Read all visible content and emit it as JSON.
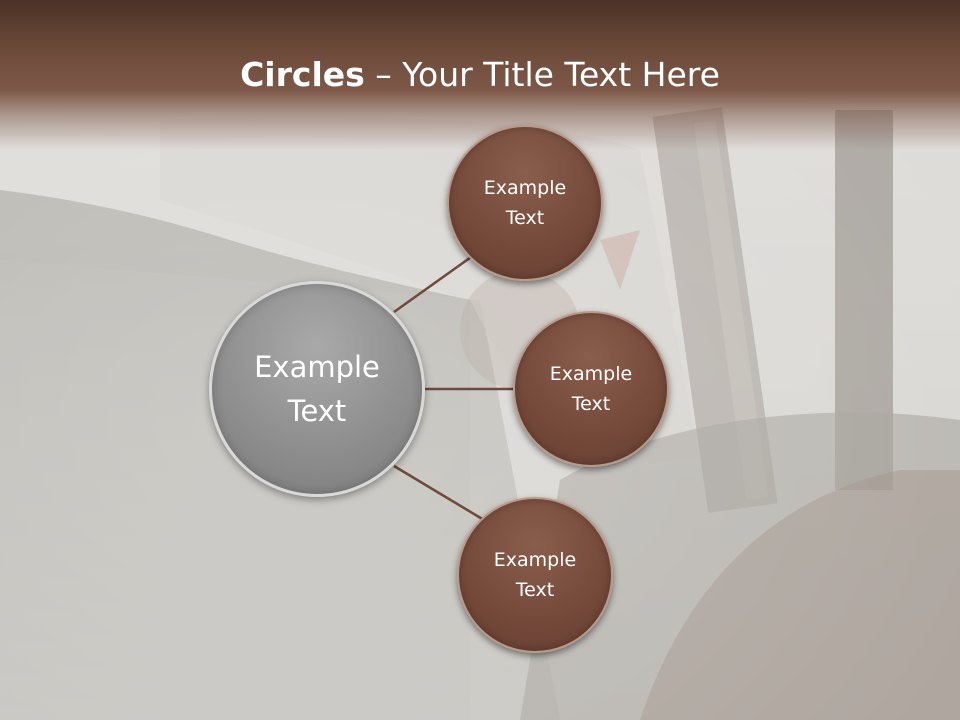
{
  "slide": {
    "title_bold": "Circles",
    "title_rest": " – Your Title Text Here"
  },
  "diagram": {
    "center": {
      "line1": "Example",
      "line2": "Text"
    },
    "nodes": [
      {
        "line1": "Example",
        "line2": "Text"
      },
      {
        "line1": "Example",
        "line2": "Text"
      },
      {
        "line1": "Example",
        "line2": "Text"
      }
    ]
  },
  "colors": {
    "title_band": "#6a4838",
    "node_fill": "#74493a",
    "center_fill": "#8f8f8f",
    "connector": "#6e4a3c",
    "text": "#ffffff"
  }
}
